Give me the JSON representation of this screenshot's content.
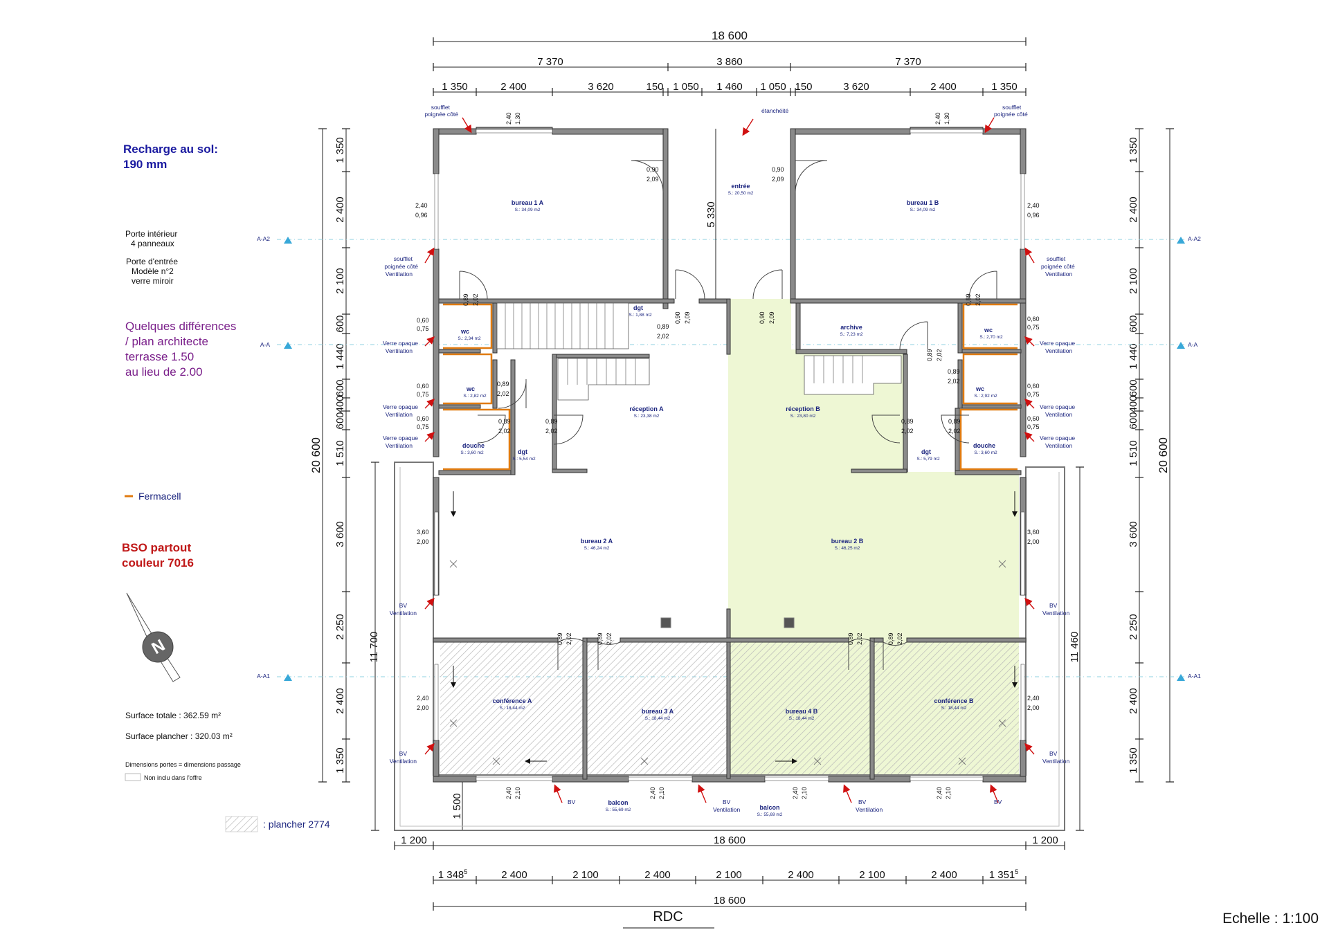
{
  "colors": {
    "recharge": "#1a1aa0",
    "differences": "#7a1f8a",
    "bso": "#c01818",
    "fermacell": "#e07b10",
    "green_zone": "#eef7d4",
    "hatch": "#b5b5b5",
    "axis": "#38a8d8",
    "annotation": "#1a237e",
    "arrow_red": "#d01010"
  },
  "dims": {
    "top_total": "18 600",
    "top_parts": [
      "7 370",
      "3 860",
      "7 370"
    ],
    "top_detail": [
      "1 350",
      "2 400",
      "3 620",
      "150",
      "1 050",
      "1 460",
      "1 050",
      "150",
      "3 620",
      "2 400",
      "1 350"
    ],
    "left_total": "20 600",
    "left_detail": [
      "1 350",
      "2 400",
      "2 100",
      "600",
      "1 440",
      "600",
      "400",
      "600",
      "1 510",
      "3 600",
      "2 250",
      "2 400",
      "1 350"
    ],
    "right_total": "20 600",
    "right_detail": [
      "1 350",
      "2 400",
      "2 100",
      "600",
      "1 440",
      "600",
      "400",
      "600",
      "1 510",
      "3 600",
      "2 250",
      "2 400",
      "1 350"
    ],
    "entry_depth": "5 330",
    "terrace_left": "11 700",
    "terrace_right": "11 460",
    "balcony_depth": "1 500",
    "bottom_row1": [
      "1 200",
      "18 600",
      "1 200"
    ],
    "bottom_row2_main": [
      "2 400",
      "2 100",
      "2 400",
      "2 100",
      "2 400",
      "2 100",
      "2 400"
    ],
    "bottom_row2_left": "1 348",
    "bottom_row2_left_sup": "5",
    "bottom_row2_right": "1 351",
    "bottom_row2_right_sup": "5",
    "bottom_total": "18 600"
  },
  "axes": {
    "a_a2": "A-A2",
    "a_a": "A-A",
    "a_a1": "A-A1"
  },
  "legend": {
    "recharge_line1": "Recharge au sol:",
    "recharge_line2": "190 mm",
    "door_int_1": "Porte intérieur",
    "door_int_2": "4 panneaux",
    "door_entry_1": "Porte d'entrée",
    "door_entry_2": "Modèle n°2",
    "door_entry_3": "verre miroir",
    "diff_1": "Quelques différences",
    "diff_2": "/ plan architecte",
    "diff_3": "terrasse 1.50",
    "diff_4": "au lieu de 2.00",
    "fermacell": "Fermacell",
    "bso_1": "BSO partout",
    "bso_2": "couleur 7016",
    "surface_totale": "Surface totale : 362.59 m²",
    "surface_plancher": "Surface plancher : 320.03 m²",
    "dims_portes": "Dimensions portes = dimensions passage",
    "non_inclu": "Non inclu dans l'offre",
    "plancher": ": plancher 2774",
    "rdc": "RDC",
    "echelle": "Echelle : 1:100"
  },
  "rooms": {
    "bureau_1a": {
      "name": "bureau 1 A",
      "area": "S.:       34,09 m2"
    },
    "bureau_1b": {
      "name": "bureau 1 B",
      "area": "S.:       34,09 m2"
    },
    "entree": {
      "name": "entrée",
      "area": "S.: 20,50 m2"
    },
    "dgt_top": {
      "name": "dgt",
      "area": "S.: 1,88 m2"
    },
    "archive": {
      "name": "archive",
      "area": "S.:   7,23 m2"
    },
    "wc_a1": {
      "name": "wc",
      "area": "S.: 2,34 m2"
    },
    "wc_a2": {
      "name": "wc",
      "area": "S.: 2,82 m2"
    },
    "douche_a": {
      "name": "douche",
      "area": "S.:  3,60 m2"
    },
    "dgt_a": {
      "name": "dgt",
      "area": "S.: 5,54 m2"
    },
    "reception_a": {
      "name": "réception A",
      "area": "S.:       23,38 m2"
    },
    "reception_b": {
      "name": "réception B",
      "area": "S.:       23,80 m2"
    },
    "dgt_b": {
      "name": "dgt",
      "area": "S.: 5,79 m2"
    },
    "wc_b1": {
      "name": "wc",
      "area": "S.: 2,70 m2"
    },
    "wc_b2": {
      "name": "wc",
      "area": "S.: 2,92 m2"
    },
    "douche_b": {
      "name": "douche",
      "area": "S.:  3,60 m2"
    },
    "bureau_2a": {
      "name": "bureau 2 A",
      "area": "S.:      46,24 m2"
    },
    "bureau_2b": {
      "name": "bureau 2 B",
      "area": "S.:      46,25 m2"
    },
    "conference_a": {
      "name": "conférence A",
      "area": "S.:      18,44 m2"
    },
    "bureau_3a": {
      "name": "bureau 3 A",
      "area": "S.:      18,44 m2"
    },
    "bureau_4b": {
      "name": "bureau 4 B",
      "area": "S.:      18,44 m2"
    },
    "conference_b": {
      "name": "conférence B",
      "area": "S.:      18,44 m2"
    },
    "balcon_a": {
      "name": "balcon",
      "area": "S.: 55,69 m2"
    },
    "balcon_b": {
      "name": "balcon",
      "area": "S.: 55,69 m2"
    }
  },
  "annotations": {
    "soufflet_1": "soufflet",
    "poignee_cote": "poignée côté",
    "ventilation": "Ventilation",
    "etancheite": "étanchéité",
    "verre_opaque": "Verre opaque",
    "bv": "BV"
  },
  "opening_dims": {
    "d_240": "2,40",
    "d_130": "1,30",
    "d_096": "0,96",
    "d_090": "0,90",
    "d_209": "2,09",
    "d_089": "0,89",
    "d_202": "2,02",
    "d_060": "0,60",
    "d_075": "0,75",
    "d_360": "3,60",
    "d_200": "2,00",
    "d_210": "2,10"
  }
}
